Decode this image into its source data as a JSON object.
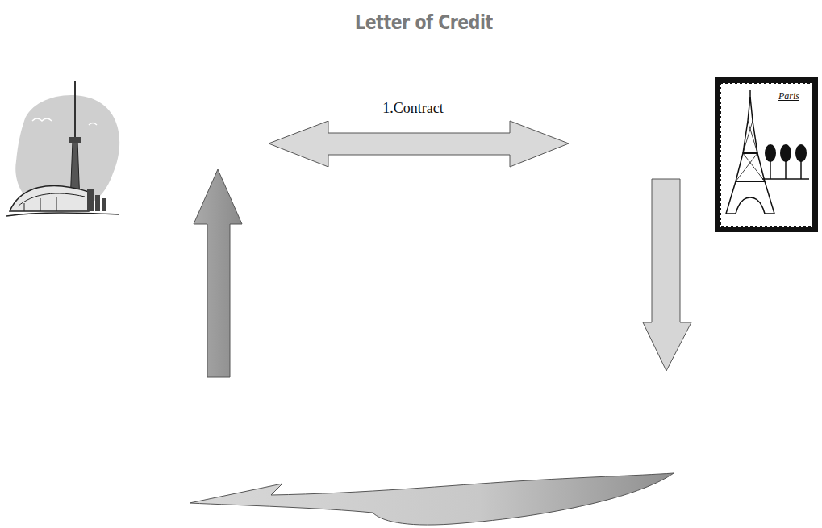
{
  "diagram": {
    "title": "Letter of Credit",
    "labels": [
      "1.Contract",
      "Paris"
    ]
  }
}
